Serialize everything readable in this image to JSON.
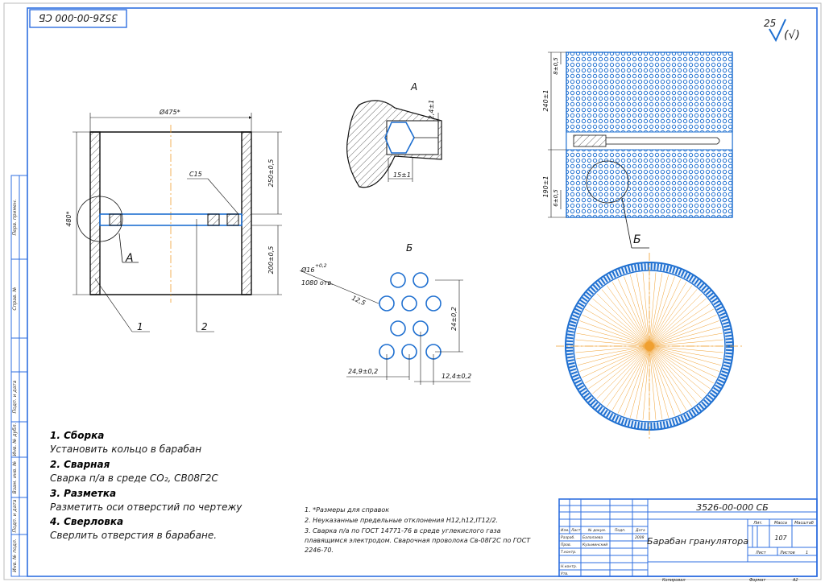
{
  "stamp": {
    "corner_code": "3526-00-000 СБ",
    "designation": "3526-00-000 СБ",
    "title": "Барабан гранулятора",
    "mass": "107",
    "litera_label": "Лит.",
    "mass_label": "Масса",
    "scale_label": "Масштаб",
    "sheet_label": "Лист",
    "sheets_label": "Листов",
    "sheets_count": "1",
    "rows": [
      "Изм.",
      "Лист",
      "№ докум.",
      "Подп.",
      "Дата"
    ],
    "role_develop": "Разраб.",
    "role_check": "Пров.",
    "role_tcontrol": "Т.контр.",
    "role_ncontrol": "Н.контр.",
    "role_approve": "Утв.",
    "name_develop": "Балалаева",
    "name_check": "Кузьминский",
    "date_develop": "2008",
    "copied_label": "Копировал",
    "format_label": "Формат",
    "format_value": "A2"
  },
  "roughness": {
    "value": "25",
    "sign": "√",
    "paren": "(√)"
  },
  "views": {
    "section_a_label": "А",
    "section_b_label": "Б"
  },
  "dimensions": {
    "dia_475": "Ø475*",
    "h_480": "480*",
    "d_250": "250±0,5",
    "d_200": "200±0,5",
    "c15": "С15",
    "a24": "2,4±1",
    "a15": "15±1",
    "dia_16": "Ø16",
    "dia_16_tol": "+0,2",
    "holes_count": "1080 отв.",
    "d_12_5": "12,5",
    "d_24": "24±0,2",
    "d_24_9": "24,9±0,2",
    "d_12_4": "12,4±0,2",
    "d_240": "240±1",
    "d_8": "8±0,5",
    "d_190": "190±1",
    "d_6": "6±0,5"
  },
  "callouts": {
    "leader_1": "1",
    "leader_2": "2"
  },
  "left_frame": [
    "Перв. примен.",
    "Справ. №",
    "Подп. и дата",
    "Инв. № дубл.",
    "Взам. инв. №",
    "Подп. и дата",
    "Инв. № подл."
  ],
  "instructions": [
    {
      "heading": "1. Сборка",
      "text": "Установить кольцо в барабан"
    },
    {
      "heading": "2. Сварная",
      "text": "Сварка п/а в среде CO₂, СВ08Г2С"
    },
    {
      "heading": "3. Разметка",
      "text": "Разметить оси отверстий по чертежу"
    },
    {
      "heading": "4. Сверловка",
      "text": "Сверлить отверстия в барабане."
    }
  ],
  "notes": [
    "1. *Размеры для справок",
    "2. Неуказанные предельные отклонения H12,h12,IT12/2.",
    "3. Сварка п/а по ГОСТ 14771-76 в среде углекислого газа",
    "плавящимся электродом. Сварочная проволока Св-08Г2С по ГОСТ",
    "2246-70."
  ],
  "colors": {
    "frame": "#2f6fe0",
    "line": "#111111",
    "accent": "#1e6fd0",
    "orange": "#f0a030"
  }
}
